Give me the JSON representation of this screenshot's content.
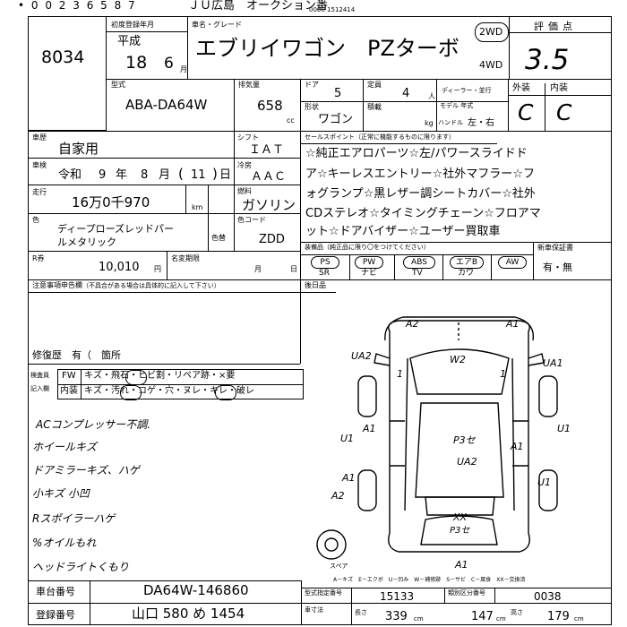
{
  "top": {
    "stock_no": "• 0 0 2 3 6 5 8 7",
    "auction_center": "ＪＵ広島　オークション番",
    "small_code": "0000 1512414"
  },
  "lot_number": "8034",
  "first_reg": {
    "label": "初度登録年月",
    "era": "平成",
    "year": "18",
    "month": "6",
    "month_unit": "月"
  },
  "model_name": {
    "label": "車名・グレード",
    "value": "エブリイワゴン　PZターボ"
  },
  "drive": {
    "option_2wd": "2WD",
    "option_4wd": "4WD"
  },
  "grade": {
    "label": "評価点",
    "value": "3.5"
  },
  "model_code": {
    "label": "型式",
    "value": "ABA-DA64W"
  },
  "displacement": {
    "label": "排気量",
    "value": "658",
    "unit": "cc"
  },
  "doors": {
    "label": "ドア",
    "value": "5"
  },
  "capacity": {
    "label": "定員",
    "value": "4",
    "unit": "人"
  },
  "dealer_label": "ディーラー・並行",
  "body_shape": {
    "label": "形状",
    "value": "ワゴン"
  },
  "load_label": "積載",
  "load_unit": "kg",
  "model_year_label": "モデル\n年式",
  "handle": {
    "label": "ハンドル",
    "value": "左・右"
  },
  "exterior": {
    "label": "外装",
    "value": "C"
  },
  "interior": {
    "label": "内装",
    "value": "C"
  },
  "usage": {
    "label": "車歴",
    "value": "自家用"
  },
  "shift": {
    "label": "シフト",
    "value": "ＩＡＴ"
  },
  "inspection": {
    "label": "車検",
    "era": "令和",
    "year": "9",
    "year_unit": "年",
    "month": "8",
    "month_unit": "月",
    "day": "11",
    "day_unit": "日"
  },
  "ac": {
    "label": "冷房",
    "value": "ＡＡＣ"
  },
  "mileage": {
    "label": "走行",
    "value": "16万0千970",
    "unit": "km"
  },
  "fuel": {
    "label": "燃料",
    "value": "ガソリン"
  },
  "color": {
    "label": "色",
    "value_line1": "ディープローズレッドパー",
    "value_line2": "ルメタリック",
    "repaint_label": "色替"
  },
  "color_code": {
    "label": "色コード",
    "value": "ZDD"
  },
  "recycle": {
    "label": "R券",
    "value": "10,010",
    "unit": "円"
  },
  "expiry": {
    "label": "名変期限",
    "month_unit": "月",
    "day_unit": "日"
  },
  "sales_points": {
    "label": "セールスポイント（正常に機能するものに限ります）",
    "line1": "☆純正エアロパーツ☆左/パワースライドド",
    "line2": "ア☆キーレスエントリー☆社外マフラー☆フ",
    "line3": "ォグランプ☆黒レザー調シートカバー☆社外",
    "line4": "CDステレオ☆タイミングチェーン☆フロアマ",
    "line5": "ット☆ドアバイザー☆ユーザー買取車"
  },
  "equipment": {
    "label": "装備品（純正品に限り〇をつけてください）",
    "items": [
      {
        "code": "PS",
        "name": "SR"
      },
      {
        "code": "PW",
        "name": "ナビ"
      },
      {
        "code": "ABS",
        "name": "TV"
      },
      {
        "code": "エアB",
        "name": "カワ"
      },
      {
        "code": "AW",
        "name": ""
      }
    ],
    "new_warranty_label": "新車保証書",
    "new_warranty_value": "有・無"
  },
  "notes_label": "注意事項申告欄",
  "notes_sub": "（不具合がある場合は具体的に記入して下さい）",
  "repair_history": "修復歴　有（　箇所",
  "inspector_notes_label": "後日品",
  "checker": {
    "label1": "検査員",
    "label2": "記入欄",
    "row1_head": "FW",
    "row1": "キズ・飛石・ヒビ割・リペア跡・×要",
    "row2_head": "内装",
    "row2": "キズ・汚れ・コゲ・穴・ヌレ・キレ・破レ"
  },
  "handwritten_notes": [
    "ACコンプレッサー不調.",
    "ホイールキズ",
    "ドアミラーキズ、ハゲ",
    "小キズ 小凹",
    "Rスポイラーハゲ",
    "%オイルもれ",
    "ヘッドライトくもり"
  ],
  "diagram_marks": {
    "top_left": "A2",
    "top_right": "A1",
    "front_left": "UA2",
    "front_right": "UA1",
    "windshield": "W2",
    "pillar_left": "1",
    "pillar_right": "1",
    "left_front": "A1",
    "right_front": "U1",
    "left_mid": "U1",
    "left_door": "A1",
    "center": "P3セ",
    "center_low": "UA2",
    "right_mid": "A1",
    "right_door": "U1",
    "rear_center": "XX",
    "rear_sub": "P3セ",
    "rear_left": "A2",
    "rear_bottom": "A1",
    "spare_label": "スペア"
  },
  "legend": "A－キズ　E－エクボ　U－凹み　W－補修跡　S－サビ　C－腐食　XX－交換済",
  "chassis": {
    "label": "車台番号",
    "value": "DA64W-146860"
  },
  "plate": {
    "label": "登録番号",
    "value": "山口 580 め 1454"
  },
  "type_designation": {
    "label": "型式指定番号",
    "value": "15133"
  },
  "category_no": {
    "label": "類別区分番号",
    "value": "0038"
  },
  "size": {
    "label": "車寸法",
    "length_label": "長さ",
    "length": "339",
    "length_unit": "cm",
    "width": "147",
    "width_unit": "cm",
    "height_label": "高さ",
    "height": "179",
    "height_unit": "cm"
  }
}
